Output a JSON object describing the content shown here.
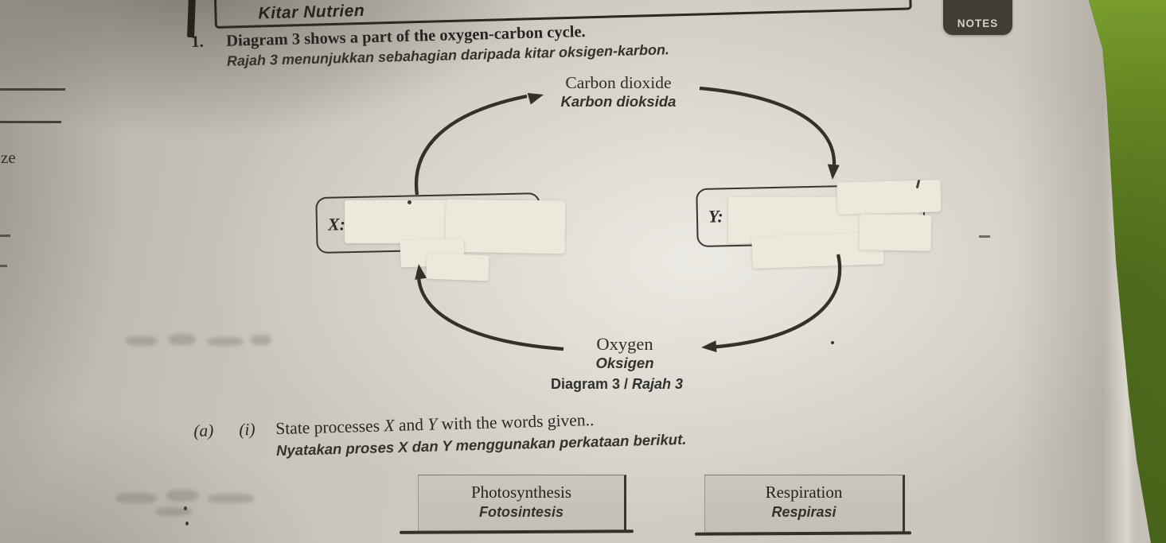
{
  "header": {
    "partial_title": "Kitar Nutrien",
    "notes_label": "NOTES"
  },
  "question": {
    "number": "1.",
    "title_en": "Diagram 3 shows a part of the oxygen-carbon cycle.",
    "title_ms": "Rajah 3 menunjukkan sebahagian daripada kitar oksigen-karbon.",
    "part": "(a)",
    "subpart": "(i)",
    "prompt_en": {
      "p1": "State processes ",
      "x": "X",
      "p2": " and ",
      "y": "Y",
      "p3": " with the words given.."
    },
    "prompt_ms": "Nyatakan proses X dan Y menggunakan perkataan berikut."
  },
  "diagram": {
    "top_en": "Carbon dioxide",
    "top_ms": "Karbon dioksida",
    "bottom_en": "Oxygen",
    "bottom_ms": "Oksigen",
    "label_x": "X:",
    "label_y": "Y:",
    "caption_prefix": "Diagram 3 / ",
    "caption_italic": "Rajah 3"
  },
  "word_bank": [
    {
      "en": "Photosynthesis",
      "ms": "Fotosintesis"
    },
    {
      "en": "Respiration",
      "ms": "Respirasi"
    }
  ],
  "margin": {
    "cropped_text": "ze"
  }
}
